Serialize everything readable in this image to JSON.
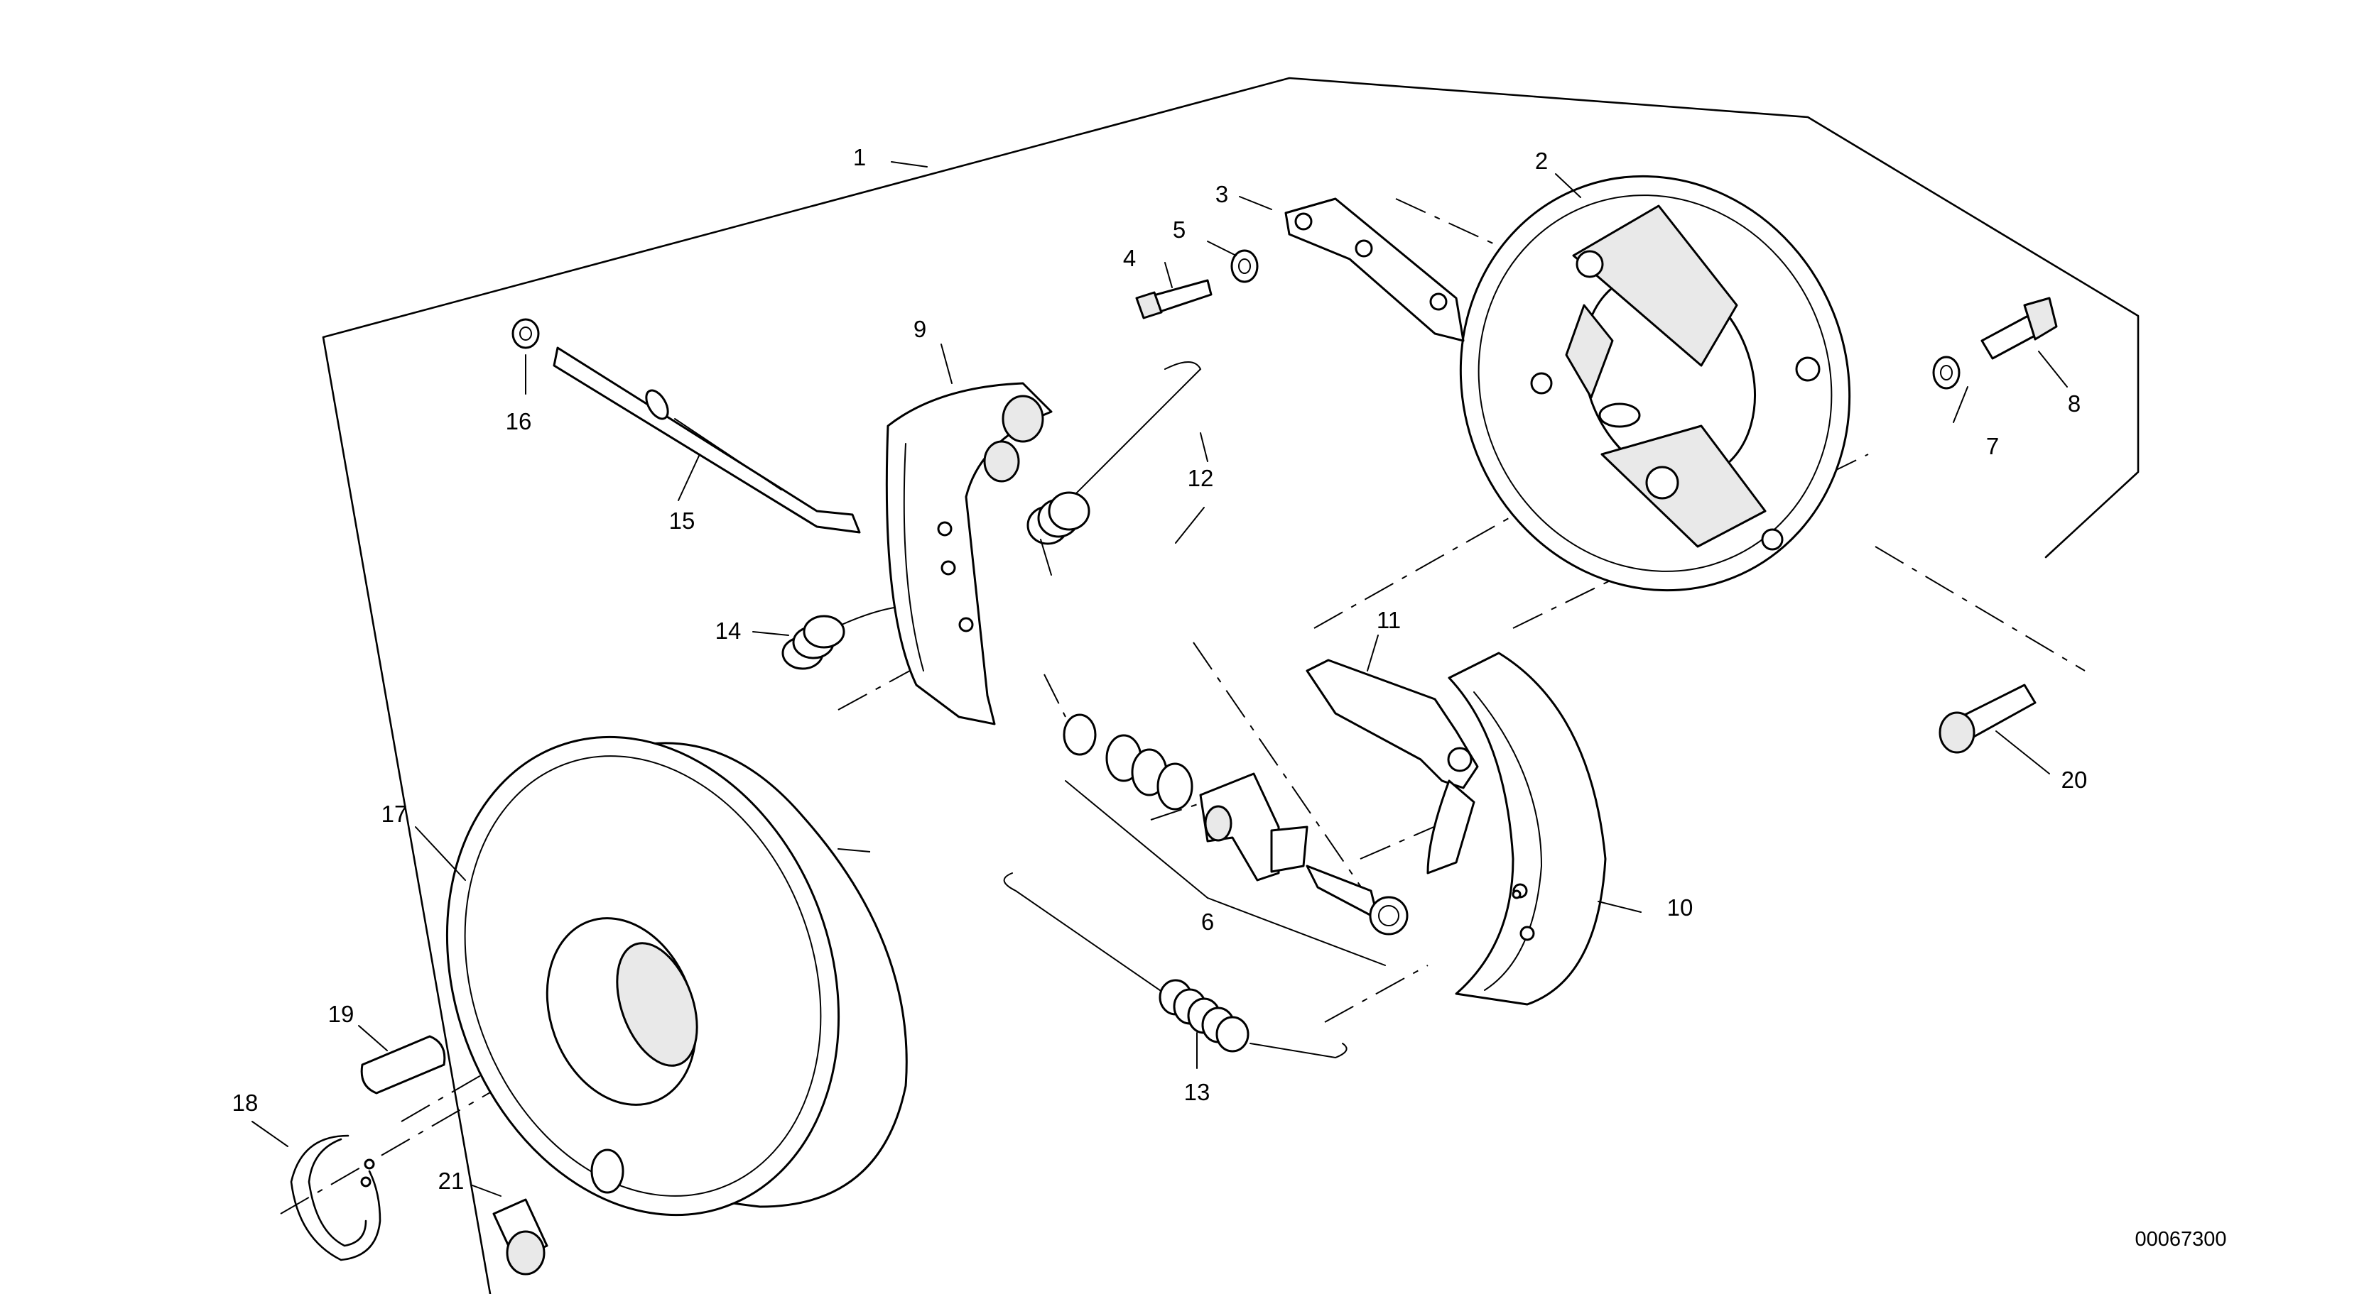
{
  "diagram": {
    "reference_number": "00067300",
    "callouts": [
      {
        "id": "c1",
        "label": "1"
      },
      {
        "id": "c2",
        "label": "2"
      },
      {
        "id": "c3",
        "label": "3"
      },
      {
        "id": "c4",
        "label": "4"
      },
      {
        "id": "c5",
        "label": "5"
      },
      {
        "id": "c6",
        "label": "6"
      },
      {
        "id": "c7",
        "label": "7"
      },
      {
        "id": "c8",
        "label": "8"
      },
      {
        "id": "c9",
        "label": "9"
      },
      {
        "id": "c10",
        "label": "10"
      },
      {
        "id": "c11",
        "label": "11"
      },
      {
        "id": "c12",
        "label": "12"
      },
      {
        "id": "c13",
        "label": "13"
      },
      {
        "id": "c14",
        "label": "14"
      },
      {
        "id": "c15",
        "label": "15"
      },
      {
        "id": "c16",
        "label": "16"
      },
      {
        "id": "c17",
        "label": "17"
      },
      {
        "id": "c18",
        "label": "18"
      },
      {
        "id": "c19",
        "label": "19"
      },
      {
        "id": "c20",
        "label": "20"
      },
      {
        "id": "c21",
        "label": "21"
      }
    ]
  }
}
